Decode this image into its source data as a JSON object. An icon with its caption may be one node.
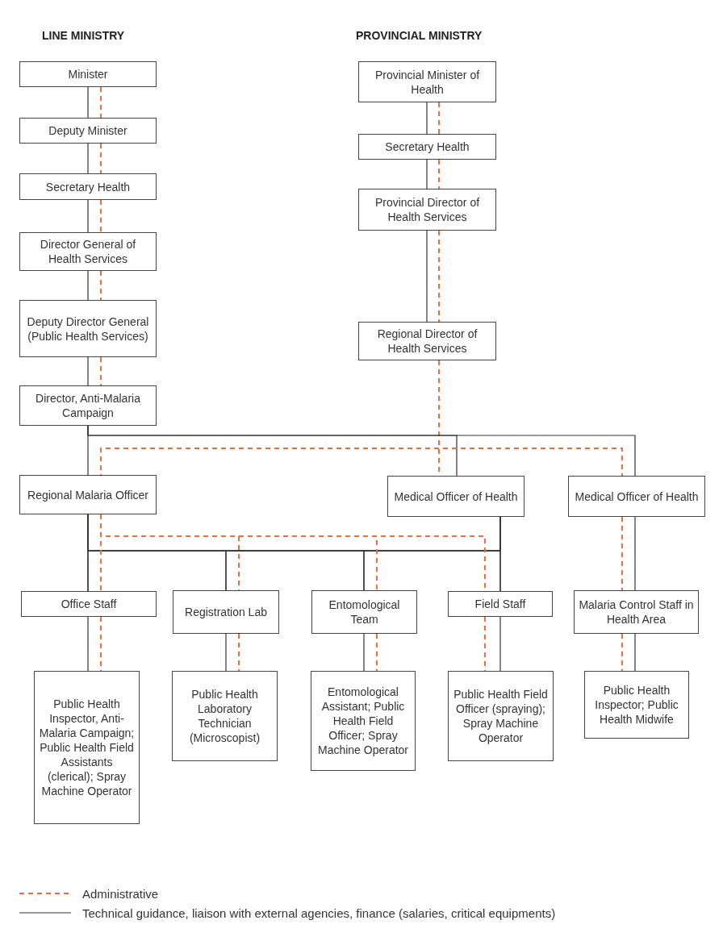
{
  "diagram": {
    "nodes": [
      {
        "text": [
          "Minister"
        ]
      },
      {
        "text": [
          "Deputy Minister"
        ]
      },
      {
        "text": [
          "Secretary Health"
        ]
      },
      {
        "text": [
          "Director General of Health Services"
        ]
      },
      {
        "text": [
          "Deputy Director General (Public Health Services)"
        ]
      },
      {
        "text": [
          "Director, Anti-Malaria Campaign"
        ]
      },
      {
        "text": [
          "Provincial Minister of Health"
        ]
      },
      {
        "text": [
          "Secretary Health"
        ]
      },
      {
        "text": [
          "Provincial Director of Health Services"
        ]
      },
      {
        "text": [
          "Regional Director of Health Services"
        ]
      },
      {
        "text": [
          "Regional Malaria Officer"
        ]
      },
      {
        "text": [
          "Medical Officer of Health"
        ]
      },
      {
        "text": [
          "Medical Officer of Health"
        ]
      },
      {
        "text": [
          "Office Staff"
        ]
      },
      {
        "text": [
          "Registration Lab"
        ]
      },
      {
        "text": [
          "Entomological Team"
        ]
      },
      {
        "text": [
          "Field Staff"
        ]
      },
      {
        "text": [
          "Malaria Control Staff in Health Area"
        ]
      },
      {
        "text": [
          "Public Health Inspector, Anti-Malaria Campaign; Public Health Field Assistants (clerical); Spray Machine Operator"
        ]
      },
      {
        "text": [
          "Public Health Laboratory Technician (Microscopist)"
        ]
      },
      {
        "text": [
          "Entomological Assistant; Public Health Field Officer; Spray Machine Operator"
        ]
      },
      {
        "text": [
          "Public Health Field Officer (spraying); Spray Machine Operator"
        ]
      },
      {
        "text": [
          "Public Health Inspector; Public Health Midwife"
        ]
      }
    ],
    "edges": [
      {
        "from": 0,
        "to": 1,
        "arrow": "none"
      },
      {
        "from": 1,
        "to": 2,
        "arrow": "none"
      },
      {
        "from": 2,
        "to": 3,
        "arrow": "none"
      },
      {
        "from": 3,
        "to": 4,
        "arrow": "none"
      },
      {
        "from": 4,
        "to": 5,
        "arrow": "none"
      },
      {
        "from": 0,
        "to": 1,
        "arrow": "none",
        "style": "dashed",
        "color": "#f26b3a"
      },
      {
        "from": 1,
        "to": 2,
        "arrow": "none",
        "style": "dashed",
        "color": "#f26b3a"
      },
      {
        "from": 2,
        "to": 3,
        "arrow": "none",
        "style": "dashed",
        "color": "#f26b3a"
      },
      {
        "from": 3,
        "to": 4,
        "arrow": "none",
        "style": "dashed",
        "color": "#f26b3a"
      },
      {
        "from": 4,
        "to": 5,
        "arrow": "none",
        "style": "dashed",
        "color": "#f26b3a"
      },
      {
        "from": 6,
        "to": 7,
        "arrow": "none"
      },
      {
        "from": 7,
        "to": 8,
        "arrow": "none"
      },
      {
        "from": 8,
        "to": 9,
        "arrow": "none"
      },
      {
        "from": 6,
        "to": 7,
        "arrow": "none",
        "style": "dashed",
        "color": "#f26b3a"
      },
      {
        "from": 7,
        "to": 8,
        "arrow": "none",
        "style": "dashed",
        "color": "#f26b3a"
      },
      {
        "from": 8,
        "to": 9,
        "arrow": "none",
        "style": "dashed",
        "color": "#f26b3a"
      },
      {
        "from": 9,
        "to": 11,
        "arrow": "none",
        "style": "dashed",
        "color": "#f26b3a"
      },
      {
        "from": 5,
        "to": 10,
        "arrow": "none"
      },
      {
        "from": 5,
        "to": 11,
        "arrow": "none"
      },
      {
        "from": 5,
        "to": 12,
        "arrow": "none"
      },
      {
        "from": 10,
        "to": 12,
        "arrow": "none",
        "style": "dashed",
        "color": "#f26b3a"
      },
      {
        "from": 10,
        "to": 13,
        "arrow": "none"
      },
      {
        "from": 10,
        "to": 14,
        "arrow": "none"
      },
      {
        "from": 10,
        "to": 15,
        "arrow": "none"
      },
      {
        "from": 10,
        "to": 16,
        "arrow": "none"
      },
      {
        "from": 11,
        "to": 13,
        "arrow": "none"
      },
      {
        "from": 11,
        "to": 14,
        "arrow": "none"
      },
      {
        "from": 11,
        "to": 15,
        "arrow": "none"
      },
      {
        "from": 11,
        "to": 16,
        "arrow": "none"
      },
      {
        "from": 10,
        "to": 13,
        "arrow": "none",
        "style": "dashed",
        "color": "#f26b3a"
      },
      {
        "from": 10,
        "to": 14,
        "arrow": "none",
        "style": "dashed",
        "color": "#f26b3a"
      },
      {
        "from": 10,
        "to": 15,
        "arrow": "none",
        "style": "dashed",
        "color": "#f26b3a"
      },
      {
        "from": 10,
        "to": 16,
        "arrow": "none",
        "style": "dashed",
        "color": "#f26b3a"
      },
      {
        "from": 12,
        "to": 17,
        "arrow": "none"
      },
      {
        "from": 12,
        "to": 17,
        "arrow": "none",
        "style": "dashed",
        "color": "#f26b3a"
      },
      {
        "from": 13,
        "to": 18,
        "arrow": "none"
      },
      {
        "from": 13,
        "to": 18,
        "arrow": "none",
        "style": "dashed",
        "color": "#f26b3a"
      },
      {
        "from": 14,
        "to": 19,
        "arrow": "none"
      },
      {
        "from": 14,
        "to": 19,
        "arrow": "none",
        "style": "dashed",
        "color": "#f26b3a"
      },
      {
        "from": 15,
        "to": 20,
        "arrow": "none"
      },
      {
        "from": 15,
        "to": 20,
        "arrow": "none",
        "style": "dashed",
        "color": "#f26b3a"
      },
      {
        "from": 16,
        "to": 21,
        "arrow": "none"
      },
      {
        "from": 16,
        "to": 21,
        "arrow": "none",
        "style": "dashed",
        "color": "#f26b3a"
      },
      {
        "from": 17,
        "to": 22,
        "arrow": "none"
      },
      {
        "from": 17,
        "to": 22,
        "arrow": "none",
        "style": "dashed",
        "color": "#f26b3a"
      }
    ],
    "labels": [
      "LINE MINISTRY",
      "PROVINCIAL MINISTRY"
    ],
    "legend": [
      {
        "text": "Administrative"
      },
      {
        "text": "Technical guidance, liaison with external agencies, finance (salaries, critical equipments)"
      }
    ]
  }
}
